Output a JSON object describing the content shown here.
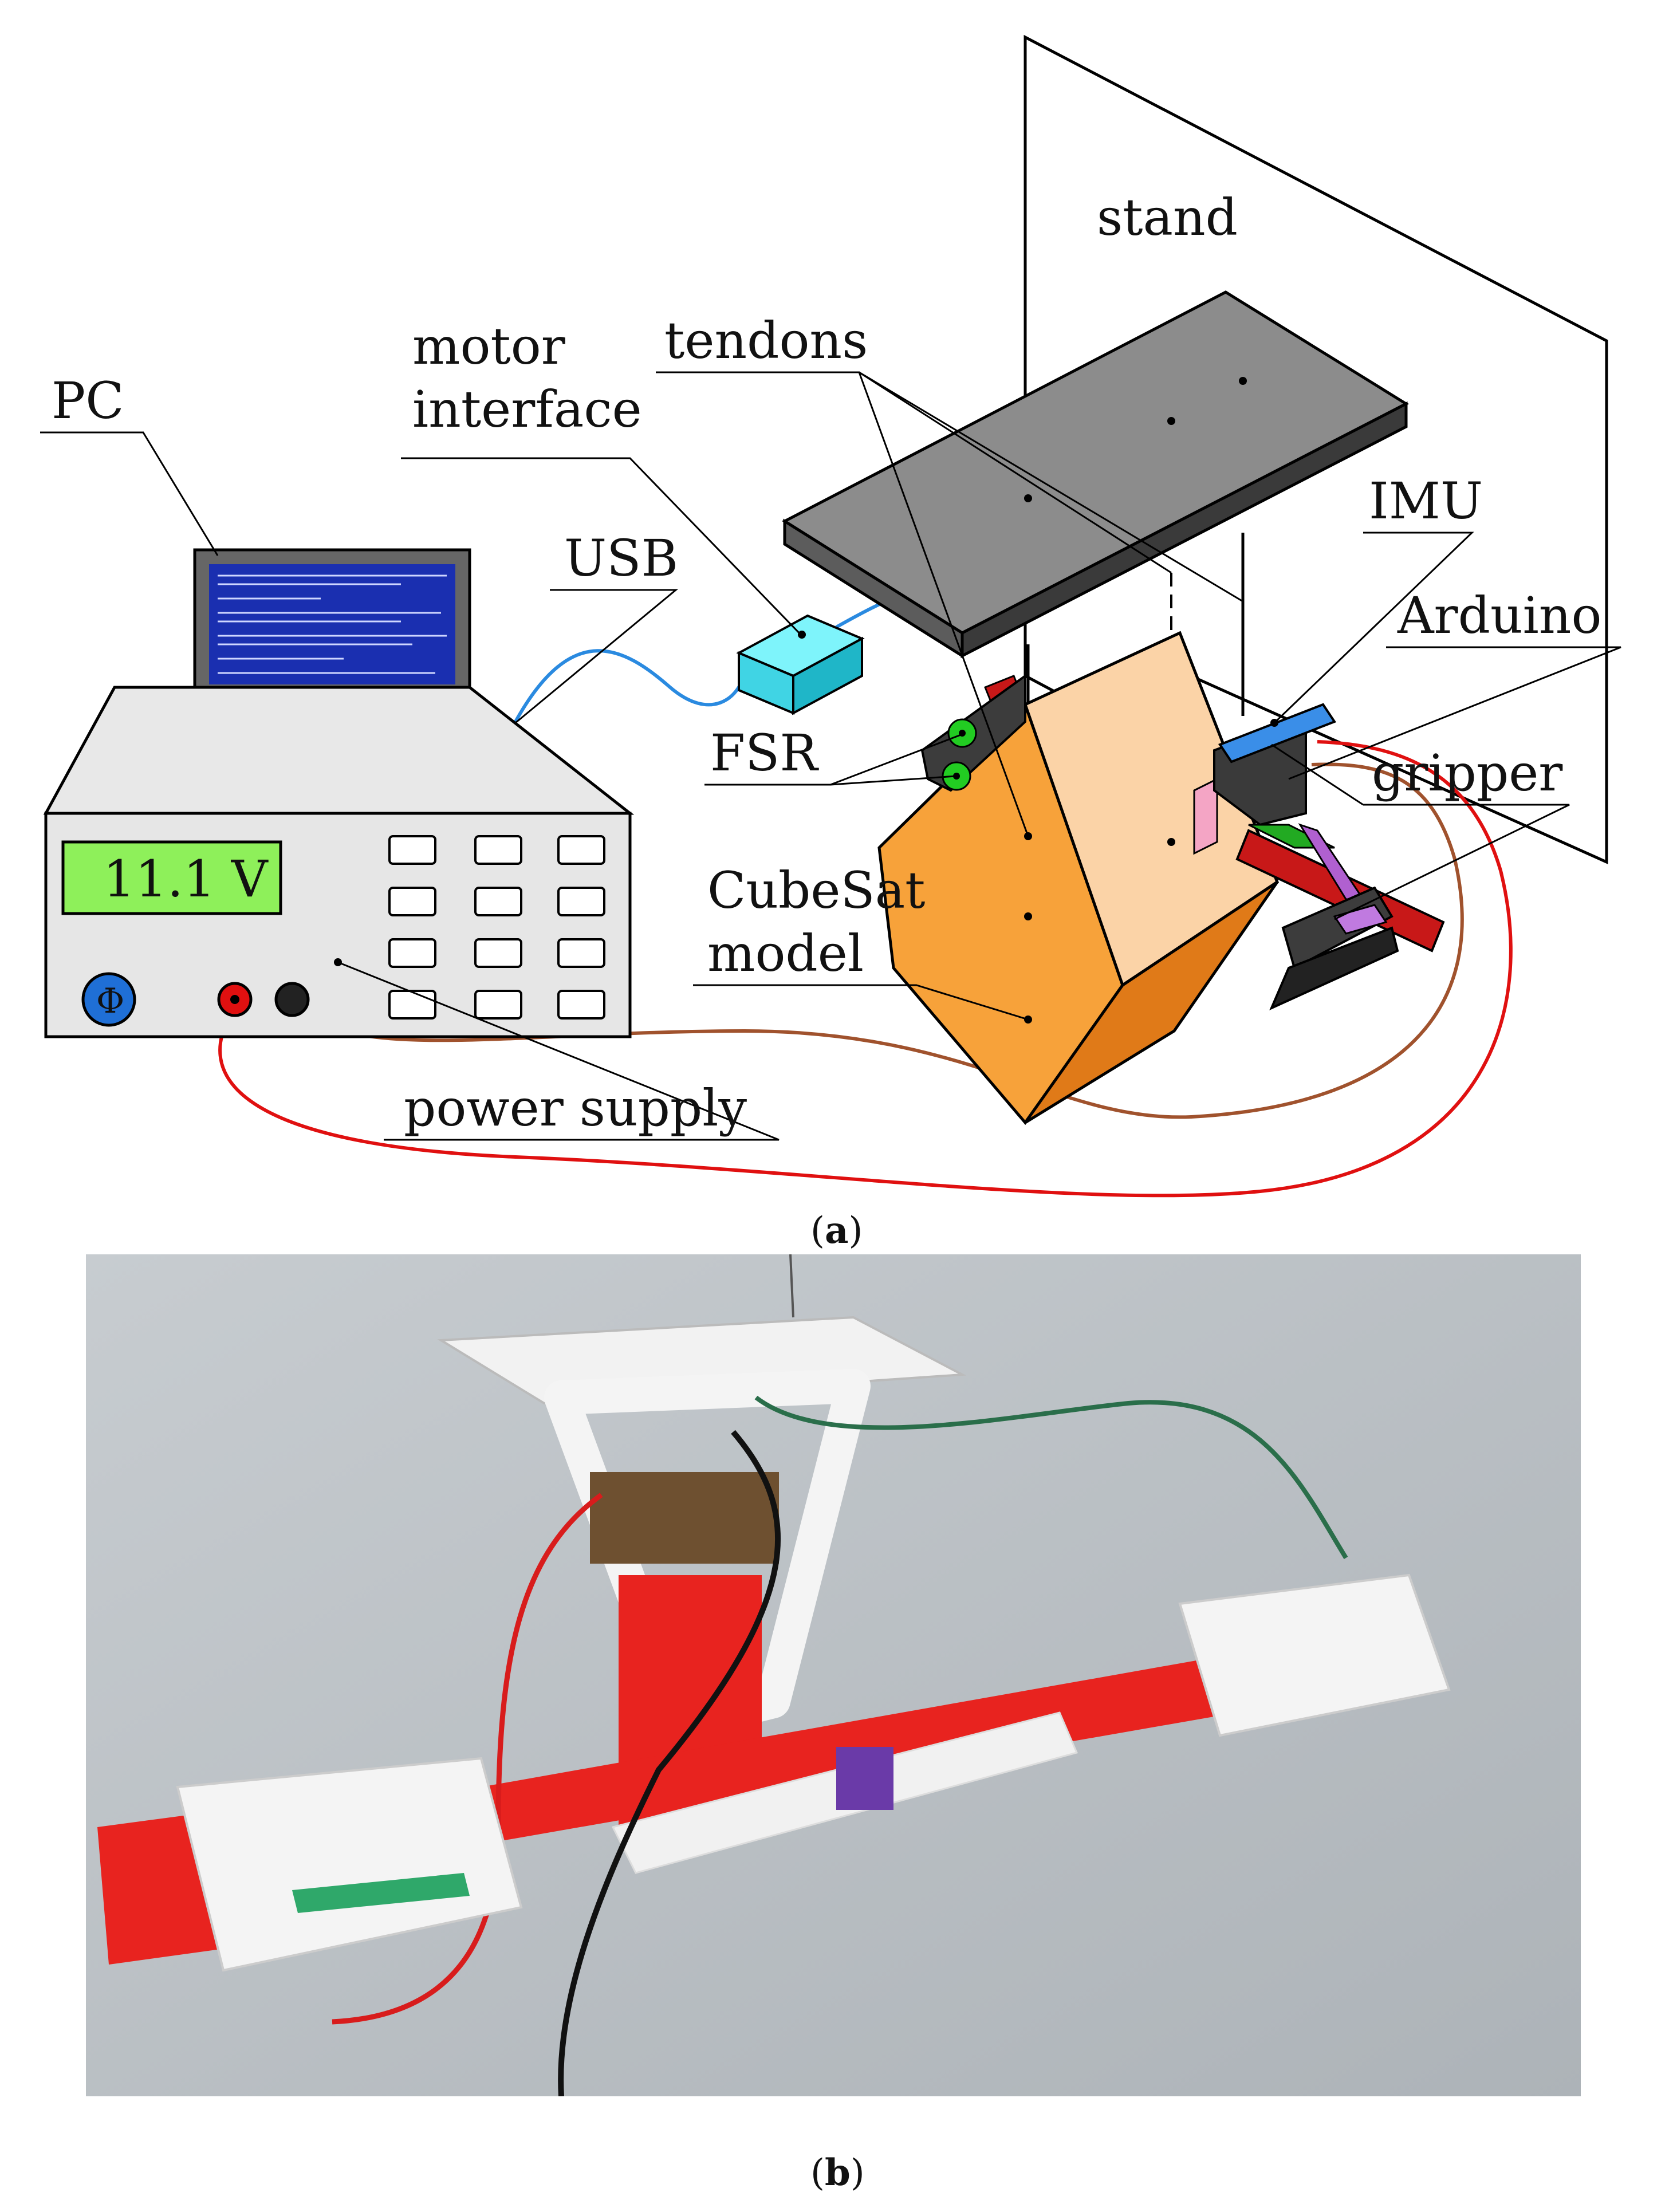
{
  "panel_a": {
    "caption_open": "(",
    "caption_letter": "a",
    "caption_close": ")",
    "labels": {
      "stand": "stand",
      "motor_line1": "motor",
      "motor_line2": "interface",
      "tendons": "tendons",
      "pc": "PC",
      "usb": "USB",
      "imu": "IMU",
      "arduino": "Arduino",
      "fsr": "FSR",
      "gripper": "gripper",
      "cubesat_line1": "CubeSat",
      "cubesat_line2": "model",
      "power_supply": "power supply"
    },
    "power_supply_display": "11.1 V",
    "power_button_symbol": "Φ"
  },
  "panel_b": {
    "caption_open": "(",
    "caption_letter": "b",
    "caption_close": ")"
  },
  "colors": {
    "cubesat_front": "#f7a23a",
    "cubesat_side": "#fbd3a7",
    "cubesat_dark": "#e07a18",
    "usb_cable": "#2a8ae0",
    "red_wire": "#e01010",
    "brown_wire": "#a0522d",
    "lcd_green": "#8ef05a",
    "motor_box": "#5ee8f0",
    "imu_blue": "#3a8ee8",
    "gripper_red": "#c81818",
    "photo_background": "#b9bec2",
    "printed_red": "#e8231f"
  }
}
